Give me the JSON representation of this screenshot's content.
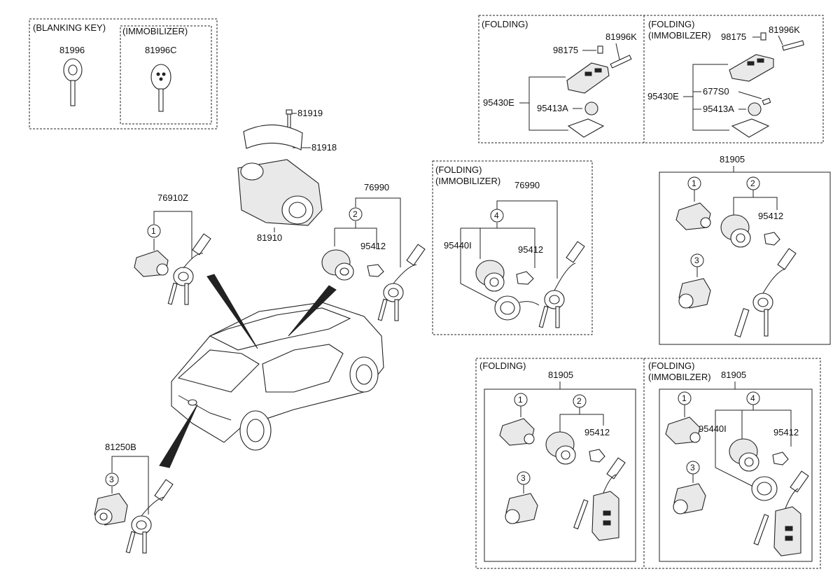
{
  "groups": {
    "blanking_key": "(BLANKING KEY)",
    "immobilizer": "(IMMOBILIZER)",
    "folding": "(FOLDING)",
    "immobilzer_misspelled": "(IMMOBILZER)"
  },
  "parts": {
    "p81996": "81996",
    "p81996C": "81996C",
    "p81919": "81919",
    "p81918": "81918",
    "p81910": "81910",
    "p76910Z": "76910Z",
    "p76990": "76990",
    "p95412": "95412",
    "p81250B": "81250B",
    "p98175": "98175",
    "p81996K": "81996K",
    "p95430E": "95430E",
    "p95413A": "95413A",
    "p677S0": "677S0",
    "p95440I": "95440I",
    "p81905": "81905"
  },
  "callouts": {
    "c1": "1",
    "c2": "2",
    "c3": "3",
    "c4": "4"
  },
  "colors": {
    "line": "#222222",
    "paper": "#ffffff",
    "arrow": "#111111"
  }
}
